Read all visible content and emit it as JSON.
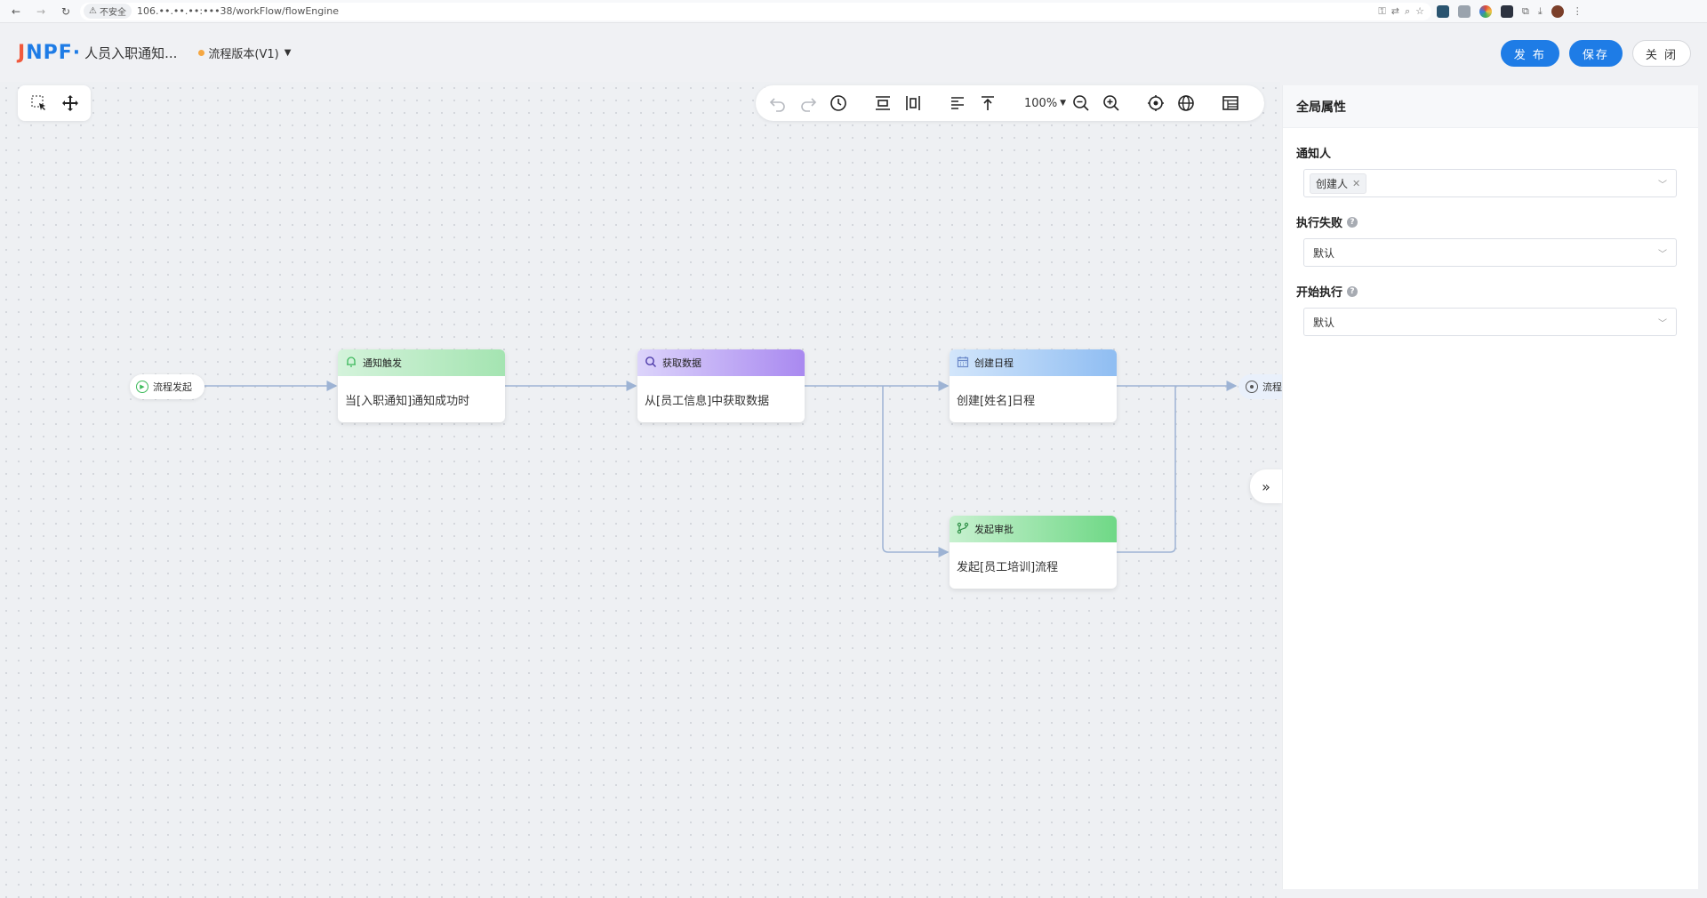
{
  "browser": {
    "insecure_label": "不安全",
    "url": "106.••.••.••:•••38/workFlow/flowEngine"
  },
  "header": {
    "logo": "JNPF",
    "title": "人员入职通知...",
    "version_label": "流程版本(V1)",
    "publish_label": "发 布",
    "save_label": "保存",
    "close_label": "关 闭"
  },
  "toolbar": {
    "zoom": "100%"
  },
  "flow": {
    "start_label": "流程发起",
    "end_label": "流程",
    "nodes": [
      {
        "header": "通知触发",
        "body": "当[入职通知]通知成功时",
        "icon": "bell-icon"
      },
      {
        "header": "获取数据",
        "body": "从[员工信息]中获取数据",
        "icon": "search-icon"
      },
      {
        "header": "创建日程",
        "body": "创建[姓名]日程",
        "icon": "calendar-icon"
      },
      {
        "header": "发起审批",
        "body": "发起[员工培训]流程",
        "icon": "branch-icon"
      }
    ]
  },
  "panel": {
    "title": "全局属性",
    "notifier_label": "通知人",
    "notifier_tag": "创建人",
    "fail_label": "执行失败",
    "fail_value": "默认",
    "start_label": "开始执行",
    "start_value": "默认"
  }
}
